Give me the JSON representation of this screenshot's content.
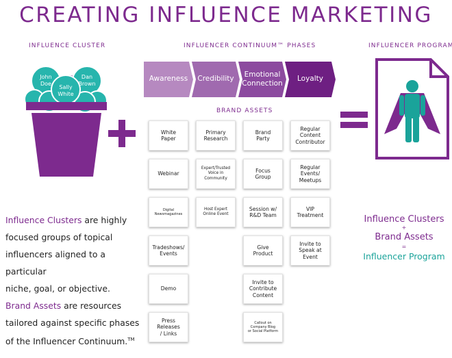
{
  "title": "CREATING INFLUENCE MARKETING",
  "labels": {
    "influence_cluster": "INFLUENCE CLUSTER",
    "continuum_phases": "INFLUENCER CONTINUUM™ PHASES",
    "influencer_program": "INFLUENCER PROGRAM",
    "brand_assets": "BRAND ASSETS"
  },
  "bubbles": [
    {
      "line1": "John",
      "line2": "Doe"
    },
    {
      "line1": "Sally",
      "line2": "White"
    },
    {
      "line1": "Dan",
      "line2": "Brown"
    }
  ],
  "phases": [
    {
      "label": "Awareness",
      "color": "#b689c0"
    },
    {
      "label": "Credibility",
      "color": "#a06aaf"
    },
    {
      "label_line1": "Emotional",
      "label_line2": "Connection",
      "color": "#8c4a9f"
    },
    {
      "label": "Loyalty",
      "color": "#6e1f82"
    }
  ],
  "assets": {
    "col1": [
      {
        "l1": "White",
        "l2": "Paper"
      },
      {
        "l1": "Webinar"
      },
      {
        "l1": "Digital",
        "l2": "Newsmagazines"
      },
      {
        "l1": "Tradeshows/",
        "l2": "Events"
      },
      {
        "l1": "Demo"
      },
      {
        "l1": "Press Releases",
        "l2": "/ Links"
      }
    ],
    "col2": [
      {
        "l1": "Primary",
        "l2": "Research"
      },
      {
        "l1": "Expert/Trusted",
        "l2": "Voice in",
        "l3": "Community"
      },
      {
        "l1": "Host Expert",
        "l2": "Online Event"
      }
    ],
    "col3": [
      {
        "l1": "Brand",
        "l2": "Party"
      },
      {
        "l1": "Focus",
        "l2": "Group"
      },
      {
        "l1": "Session w/",
        "l2": "R&D Team"
      },
      {
        "l1": "Give",
        "l2": "Product"
      },
      {
        "l1": "Invite to",
        "l2": "Contribute",
        "l3": "Content"
      },
      {
        "l1": "Callout on",
        "l2": "Company Blog",
        "l3": "or Social Platform"
      }
    ],
    "col4": [
      {
        "l1": "Regular",
        "l2": "Content",
        "l3": "Contributor"
      },
      {
        "l1": "Regular",
        "l2": "Events/",
        "l3": "Meetups"
      },
      {
        "l1": "VIP",
        "l2": "Treatment"
      },
      {
        "l1": "Invite to",
        "l2": "Speak at",
        "l3": "Event"
      }
    ]
  },
  "description": {
    "p1_highlight": "Influence Clusters",
    "p1_l1_rest": " are highly",
    "p1_l2": "focused groups of topical",
    "p1_l3": "influencers aligned to a particular",
    "p1_l4": "niche, goal, or objective.",
    "p2_highlight": "Brand Assets",
    "p2_l1_rest": " are resources",
    "p2_l2": "tailored against specific phases",
    "p2_l3": "of the Influencer Continuum.",
    "p2_tm": "TM"
  },
  "formula": {
    "term1": "Influence Clusters",
    "plus": "+",
    "term2": "Brand Assets",
    "equals": "=",
    "result": "Influencer Program"
  },
  "colors": {
    "purple": "#7d2a8e",
    "teal": "#1aa39a",
    "bubble": "#27b5ad"
  }
}
